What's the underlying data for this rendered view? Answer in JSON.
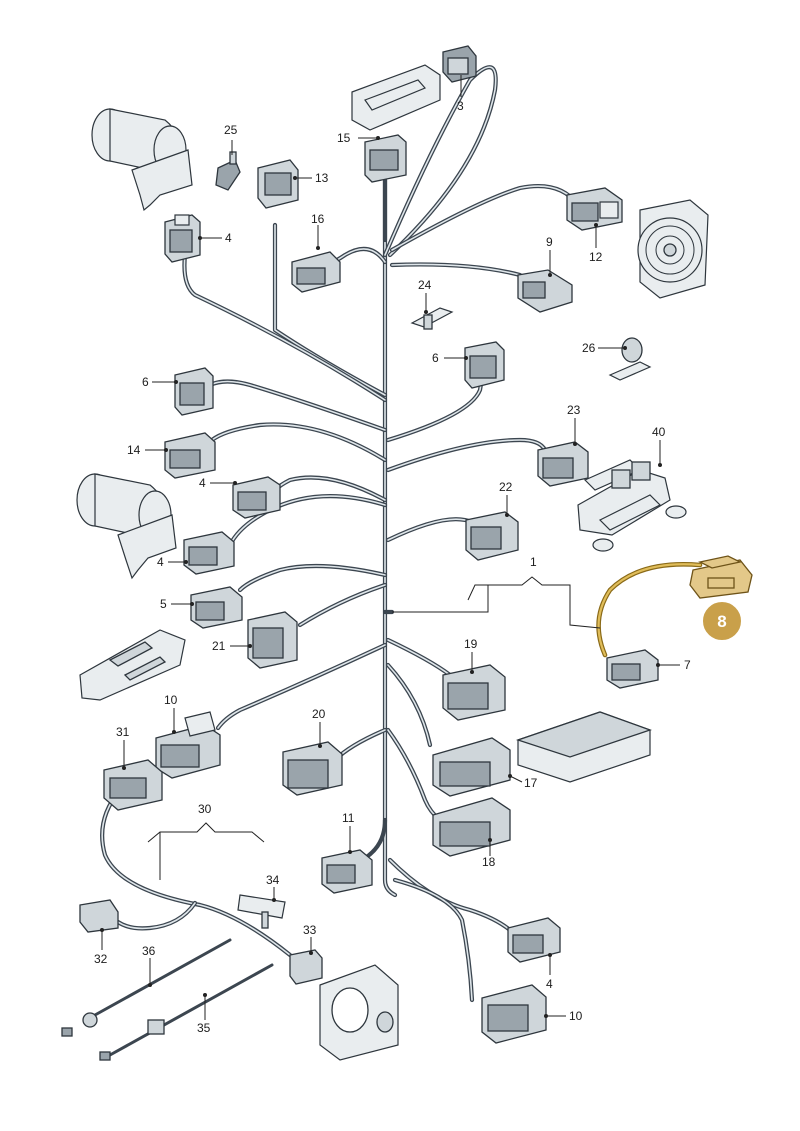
{
  "callouts": {
    "c1": "1",
    "c3": "3",
    "c4a": "4",
    "c4b": "4",
    "c4c": "4",
    "c4d": "4",
    "c5": "5",
    "c6a": "6",
    "c6b": "6",
    "c7": "7",
    "c8": "8",
    "c9": "9",
    "c10a": "10",
    "c10b": "10",
    "c11": "11",
    "c12": "12",
    "c13": "13",
    "c14": "14",
    "c15": "15",
    "c16": "16",
    "c17": "17",
    "c18": "18",
    "c19": "19",
    "c20": "20",
    "c21": "21",
    "c22": "22",
    "c23": "23",
    "c24": "24",
    "c25": "25",
    "c26": "26",
    "c30": "30",
    "c31": "31",
    "c32": "32",
    "c33": "33",
    "c34": "34",
    "c35": "35",
    "c36": "36",
    "c40": "40"
  },
  "colors": {
    "wire": "#3c4650",
    "part_fill": "#cfd6da",
    "highlight": "#e3c889",
    "badge": "#c9a04a"
  },
  "highlighted_part": "8"
}
